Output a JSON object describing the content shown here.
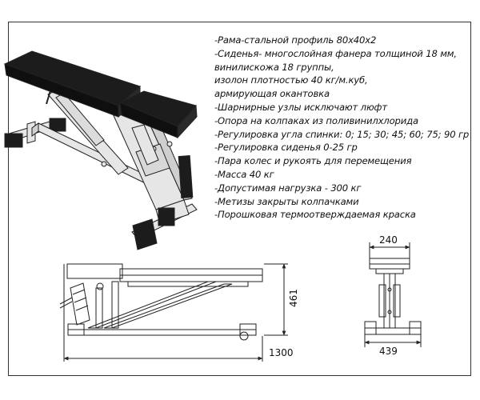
{
  "specs": [
    "-Рама-стальной профиль 80х40х2",
    "-Сиденья- многослойная фанера толщиной 18 мм,",
    "винилискожа 18 группы,",
    "изолон плотностью 40 кг/м.куб,",
    "армирующая окантовка",
    "-Шарнирные узлы исключают люфт",
    "-Опора на колпаках из поливинилхлорида",
    "-Регулировка угла спинки: 0; 15; 30; 45; 60; 75; 90 гр",
    "-Регулировка сиденья 0-25 гр",
    "-Пара колес и рукоять для перемещения",
    "-Масса 40 кг",
    "-Допустимая нагрузка - 300 кг",
    "-Метизы закрыты колпачками",
    "-Порошковая термоотверждаемая краска"
  ],
  "dimensions": {
    "length": "1300",
    "height": "461",
    "top_width": "240",
    "base_width": "439"
  },
  "colors": {
    "frame": "#e6e6e6",
    "pad": "#1c1c1c",
    "line": "#222222"
  }
}
